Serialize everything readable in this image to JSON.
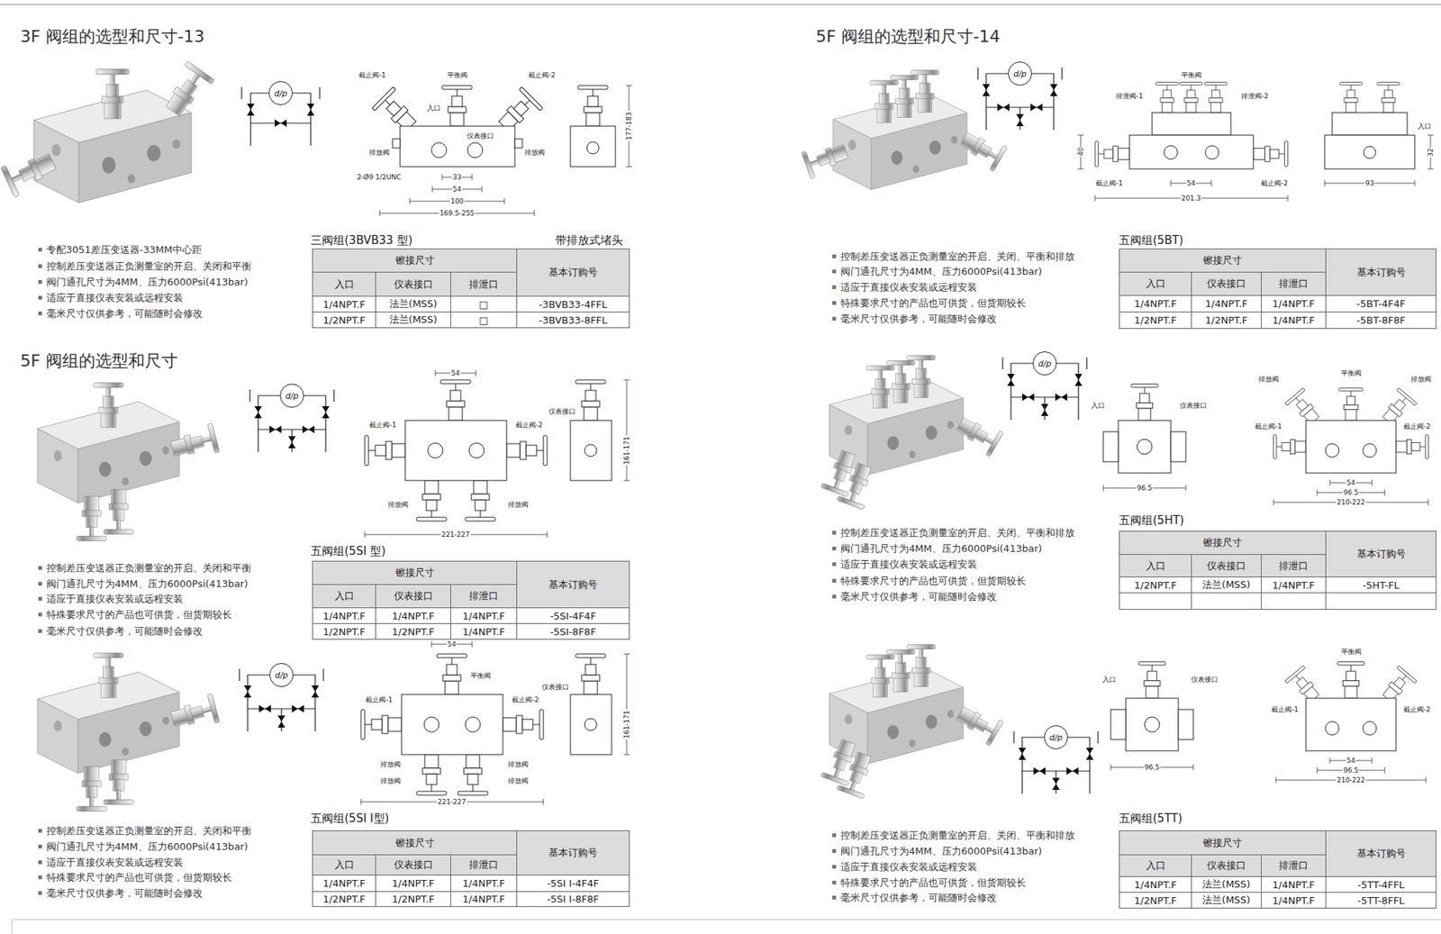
{
  "diagram": {
    "nodes": [
      {
        "text": [
          "d/p"
        ]
      },
      {
        "text": [
          "d/p"
        ]
      },
      {
        "text": [
          "d/p"
        ]
      },
      {
        "text": [
          "d/p"
        ]
      },
      {
        "text": [
          "d/p"
        ]
      },
      {
        "text": [
          "d/p"
        ]
      }
    ],
    "labels": [
      "3F 阀组的选型和尺寸-13",
      "截止阀-1",
      "平衡阀",
      "截止阀-2",
      "入口",
      "仪表接口",
      "排放阀",
      "排放阀",
      "2-Ø9 1/2UNC",
      "33",
      "54",
      "100",
      "169.5-255",
      "177-183",
      "专配3051差压变送器-33MM中心距",
      "控制差压变送器正负测量室的开启、关闭和平衡",
      "阀门通孔尺寸为4MM、压力6000Psi(413bar)",
      "适应于直接仪表安装或远程安装",
      "毫米尺寸仅供参考，可能随时会修改",
      "三阀组(3BVB33 型)",
      "带排放式堵头",
      "镲接尺寸",
      "基本订购号",
      "入口",
      "仪表接口",
      "排泄口",
      "1/4NPT.F",
      "法兰(MSS)",
      "□",
      "-3BVB33-4FFL",
      "1/2NPT.F",
      "法兰(MSS)",
      "□",
      "-3BVB33-8FFL",
      "5F 阀组的选型和尺寸",
      "54",
      "截止阀-1",
      "截止阀-2",
      "仪表接口",
      "排放阀",
      "排放阀",
      "221-227",
      "161-171",
      "控制差压变送器正负测量室的开启、关闭和平衡",
      "阀门通孔尺寸为4MM、压力6000Psi(413bar)",
      "适应于直接仪表安装或远程安装",
      "特殊要求尺寸的产品也可供货，但货期较长",
      "毫米尺寸仅供参考，可能随时会修改",
      "五阀组(5SI 型)",
      "镲接尺寸",
      "基本订购号",
      "入口",
      "仪表接口",
      "排泄口",
      "1/4NPT.F",
      "1/4NPT.F",
      "1/4NPT.F",
      "-5SI-4F4F",
      "1/2NPT.F",
      "1/2NPT.F",
      "1/4NPT.F",
      "-5SI-8F8F",
      "54",
      "平衡阀",
      "截止阀-1",
      "截止阀-2",
      "仪表接口",
      "排放阀",
      "排放阀",
      "排放阀",
      "排放阀",
      "221-227",
      "161-171",
      "控制差压变送器正负测量室的开启、关闭和平衡",
      "阀门通孔尺寸为4MM、压力6000Psi(413bar)",
      "适应于直接仪表安装或远程安装",
      "特殊要求尺寸的产品也可供货，但货期较长",
      "毫米尺寸仅供参考，可能随时会修改",
      "五阀组(5SI I型)",
      "镲接尺寸",
      "基本订购号",
      "入口",
      "仪表接口",
      "排泄口",
      "1/4NPT.F",
      "1/4NPT.F",
      "1/4NPT.F",
      "-5SI I-4F4F",
      "1/2NPT.F",
      "1/2NPT.F",
      "1/4NPT.F",
      "-5SI I-8F8F",
      "5F 阀组的选型和尺寸-14",
      "平衡阀",
      "排泄阀-1",
      "排泄阀-2",
      "40",
      "截止阀-1",
      "54",
      "截止阀-2",
      "201.3",
      "93",
      "入口",
      "32",
      "控制差压变送器正负测量室的开启、关闭、平衡和排放",
      "阀门通孔尺寸为4MM、压力6000Psi(413bar)",
      "适应于直接仪表安装或远程安装",
      "特殊要求尺寸的产品也可供货，但货期较长",
      "毫米尺寸仅供参考，可能随时会修改",
      "五阀组(5BT)",
      "镲接尺寸",
      "基本订购号",
      "入口",
      "仪表接口",
      "排泄口",
      "1/4NPT.F",
      "1/4NPT.F",
      "1/4NPT.F",
      "-5BT-4F4F",
      "1/2NPT.F",
      "1/2NPT.F",
      "1/4NPT.F",
      "-5BT-8F8F",
      "入口",
      "仪表接口",
      "96.5",
      "排放阀",
      "平衡阀",
      "排放阀",
      "截止阀-1",
      "截止阀-2",
      "54",
      "96.5",
      "210-222",
      "控制差压变送器正负测量室的开启、关闭、平衡和排放",
      "阀门通孔尺寸为4MM、压力6000Psi(413bar)",
      "适应于直接仪表安装或远程安装",
      "特殊要求尺寸的产品也可供货，但货期较长",
      "毫米尺寸仅供参考，可能随时会修改",
      "五阀组(5HT)",
      "镲接尺寸",
      "基本订购号",
      "入口",
      "仪表接口",
      "排泄口",
      "1/2NPT.F",
      "法兰(MSS)",
      "1/4NPT.F",
      "-5HT-FL",
      "入口",
      "仪表接口",
      "96.5",
      "平衡阀",
      "截止阀-1",
      "截止阀-2",
      "54",
      "96.5",
      "210-222",
      "控制差压变送器正负测量室的开启、关闭、平衡和排放",
      "阀门通孔尺寸为4MM、压力6000Psi(413bar)",
      "适应于直接仪表安装或远程安装",
      "特殊要求尺寸的产品也可供货，但货期较长",
      "毫米尺寸仅供参考，可能随时会修改",
      "五阀组(5TT)",
      "镲接尺寸",
      "基本订购号",
      "入口",
      "仪表接口",
      "排泄口",
      "1/4NPT.F",
      "法兰(MSS)",
      "1/4NPT.F",
      "-5TT-4FFL",
      "1/2NPT.F",
      "法兰(MSS)",
      "1/4NPT.F",
      "-5TT-8FFL"
    ]
  }
}
